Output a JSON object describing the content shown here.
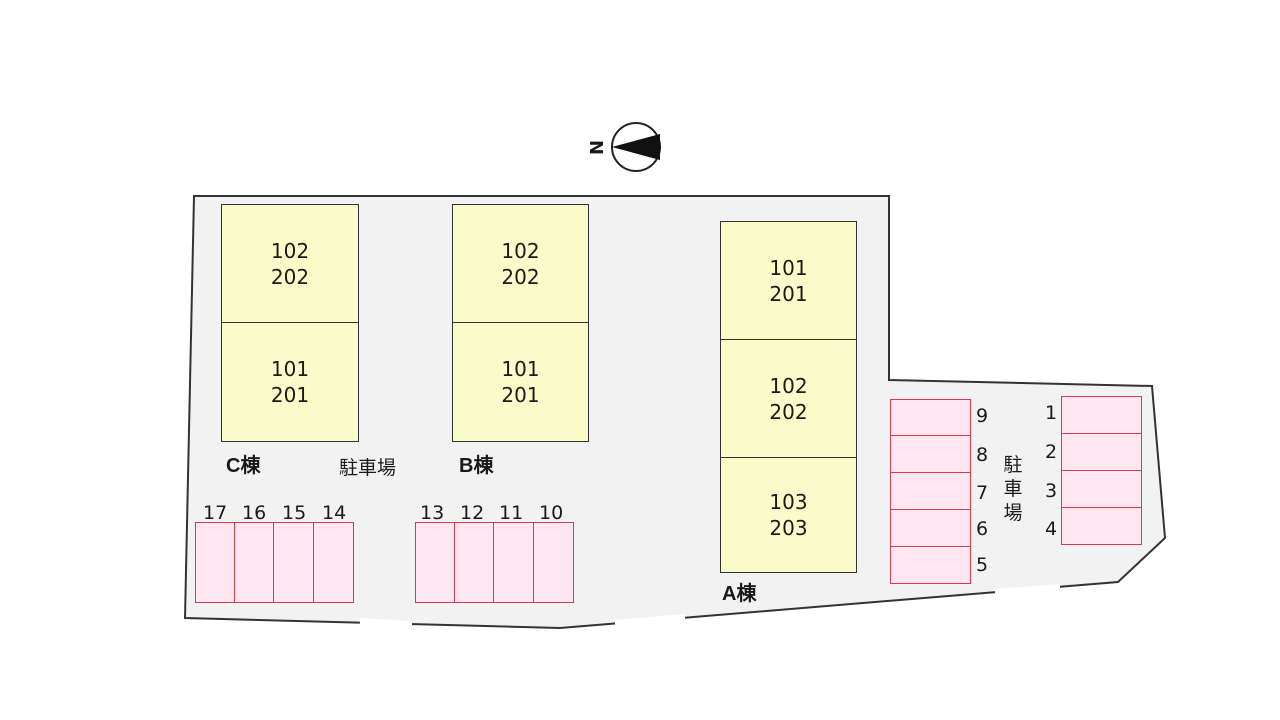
{
  "compass": {
    "north_label": "N"
  },
  "buildings": {
    "C": {
      "name": "C棟",
      "units": [
        [
          "102",
          "202"
        ],
        [
          "101",
          "201"
        ]
      ]
    },
    "B": {
      "name": "B棟",
      "units": [
        [
          "102",
          "202"
        ],
        [
          "101",
          "201"
        ]
      ]
    },
    "A": {
      "name": "A棟",
      "units": [
        [
          "101",
          "201"
        ],
        [
          "102",
          "202"
        ],
        [
          "103",
          "203"
        ]
      ]
    }
  },
  "parking": {
    "label": "駐車場",
    "label_vertical": [
      "駐",
      "車",
      "場"
    ],
    "stalls_left": [
      "17",
      "16",
      "15",
      "14"
    ],
    "stalls_mid": [
      "13",
      "12",
      "11",
      "10"
    ],
    "stalls_col1": [
      "9",
      "8",
      "7",
      "6",
      "5"
    ],
    "stalls_col2": [
      "1",
      "2",
      "3",
      "4"
    ]
  },
  "colors": {
    "ground": "#f2f2f2",
    "building_fill": "#fbfac9",
    "stall_fill": "#fde6ef",
    "stall_border": "#d9394f"
  }
}
